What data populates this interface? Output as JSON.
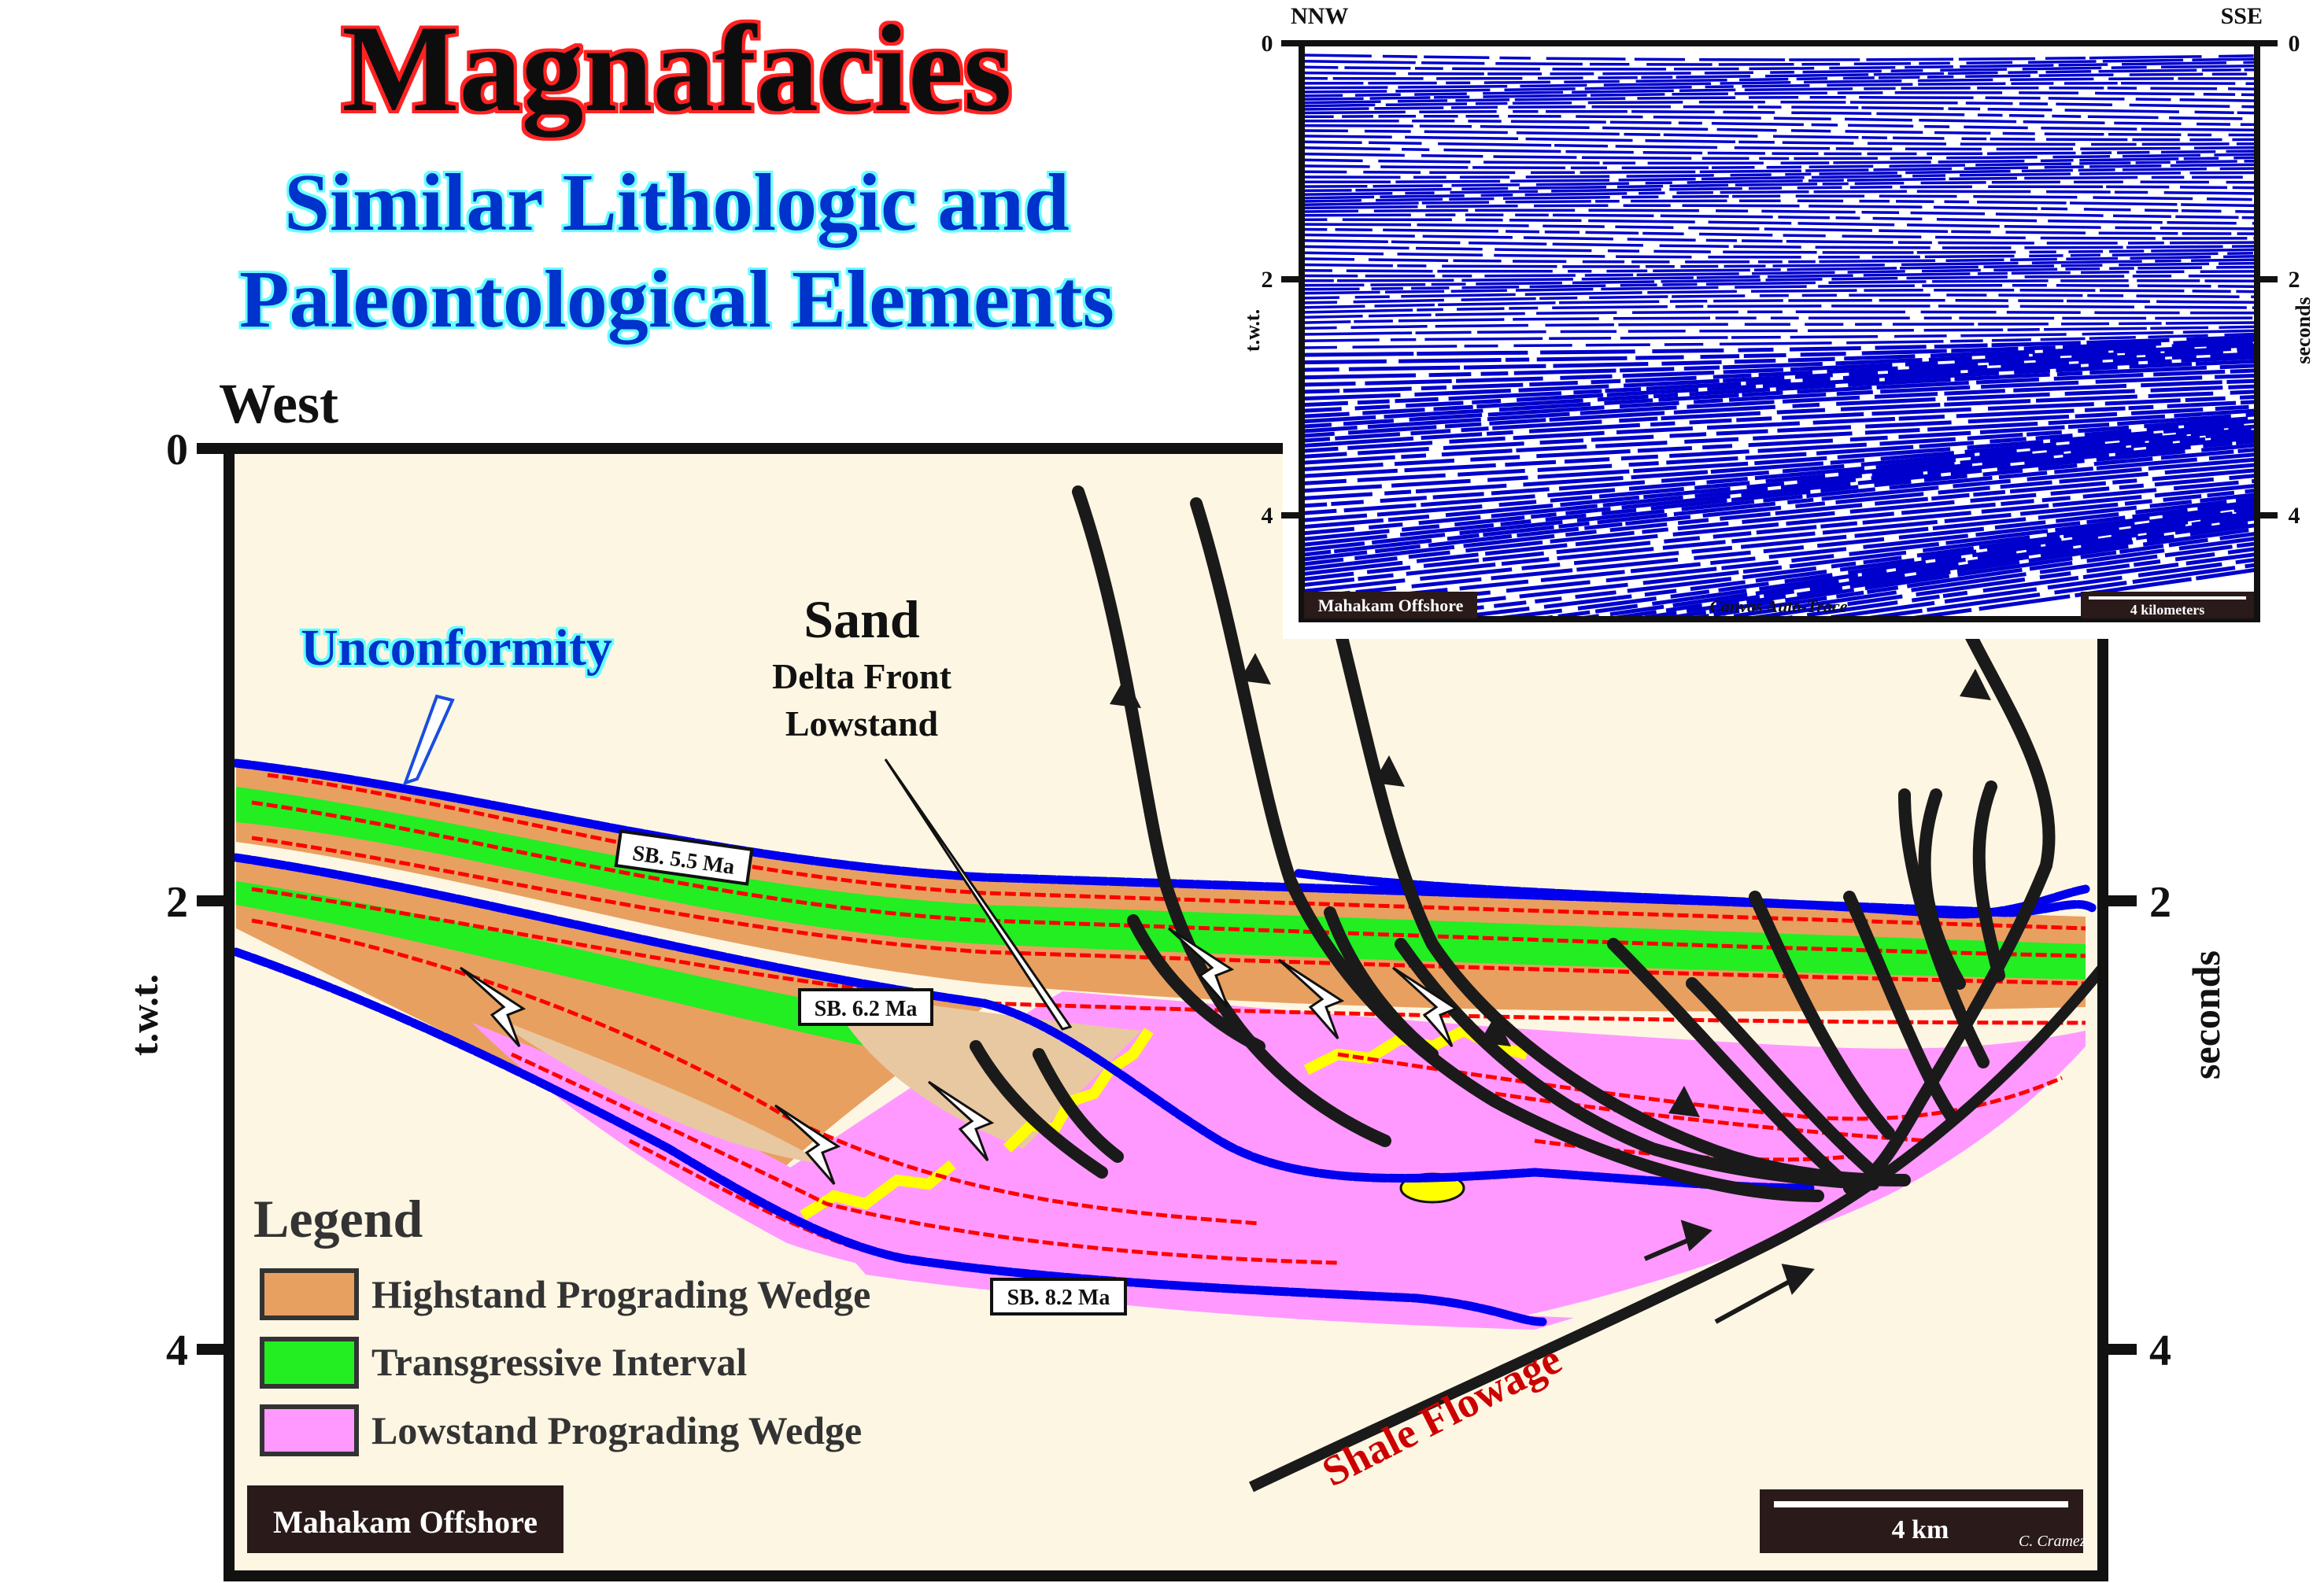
{
  "title": "Magnafacies",
  "subtitle_line1": "Similar Lithologic and",
  "subtitle_line2": "Paleontological Elements",
  "section": {
    "direction_label": "West",
    "left_axis_label": "t.w.t.",
    "right_axis_label": "seconds",
    "left_ticks": [
      "0",
      "2",
      "4"
    ],
    "right_ticks": [
      "2",
      "4"
    ],
    "unconformity_label": "Unconformity",
    "sand_title": "Sand",
    "sand_line2": "Delta Front",
    "sand_line3": "Lowstand",
    "sb_55": "SB. 5.5 Ma",
    "sb_62": "SB. 6.2 Ma",
    "sb_82": "SB. 8.2 Ma",
    "shale_flowage": "Shale Flowage",
    "location_label": "Mahakam Offshore",
    "scale_label": "4 km",
    "credit": "C. Cramez"
  },
  "legend": {
    "title": "Legend",
    "items": [
      {
        "label": "Highstand Prograding Wedge",
        "color": "#e8a060"
      },
      {
        "label": "Transgressive Interval",
        "color": "#22ee22"
      },
      {
        "label": "Lowstand Prograding Wedge",
        "color": "#ff99ff"
      }
    ]
  },
  "seismic": {
    "left_dir": "NNW",
    "right_dir": "SSE",
    "left_axis_label": "t.w.t.",
    "right_axis_label": "seconds",
    "left_ticks": [
      "0",
      "2",
      "4"
    ],
    "right_ticks": [
      "0",
      "2",
      "4"
    ],
    "location_label": "Mahakam Offshore",
    "method_label": "Canvas Auto-Trace",
    "scale_label": "4 kilometers"
  },
  "colors": {
    "background": "#fdf6e3",
    "highstand": "#e8a060",
    "transgressive": "#22ee22",
    "lowstand": "#ff99ff",
    "tan": "#e8c8a0",
    "sand": "#ffff00",
    "unconformity": "#0000ee",
    "horizons": "#ff0000",
    "faults": "#1a1a1a",
    "seismic_trace": "#0000cc",
    "title_red": "#e00000",
    "subtitle_blue": "#0033cc"
  }
}
